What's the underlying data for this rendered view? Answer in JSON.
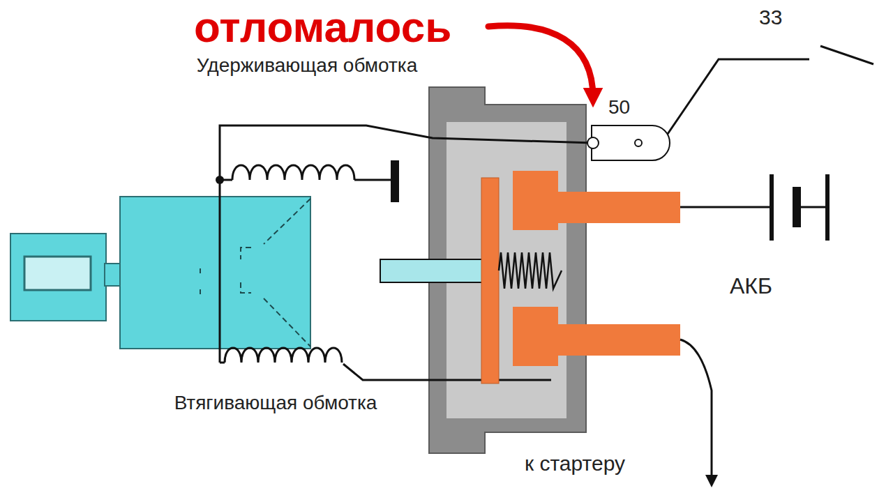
{
  "diagram": {
    "labels": [
      "отломалось",
      "Удерживающая обмотка",
      "50",
      "33",
      "АКБ",
      "Втягивающая обмотка",
      "к стартеру"
    ]
  }
}
